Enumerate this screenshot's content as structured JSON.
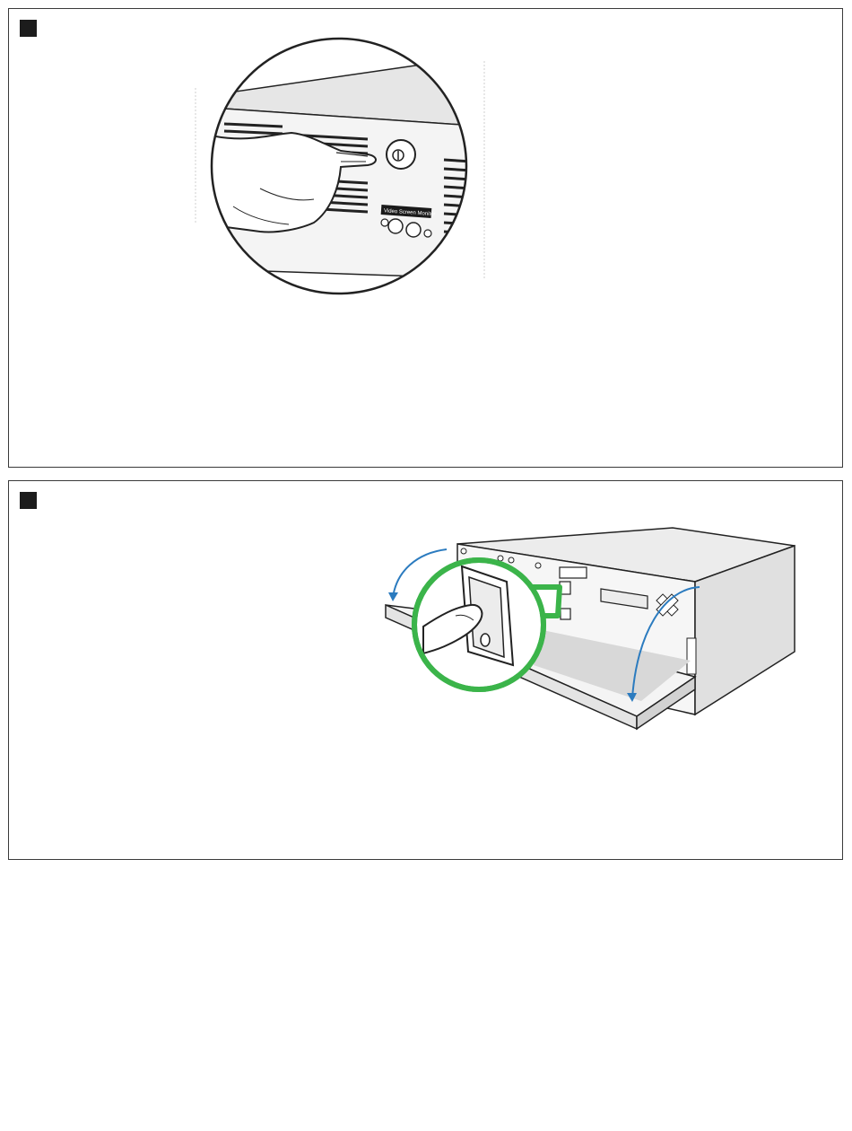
{
  "document": {
    "panels": [
      {
        "step_marker": "square",
        "illustration": "hand-pressing-front-panel-release",
        "device_label": "Video Screen Monitor"
      },
      {
        "step_marker": "square",
        "illustration": "rear-power-switch-open-tray",
        "callout_color": "#3bb44a",
        "arrow_color": "#2b7bbf"
      }
    ]
  }
}
